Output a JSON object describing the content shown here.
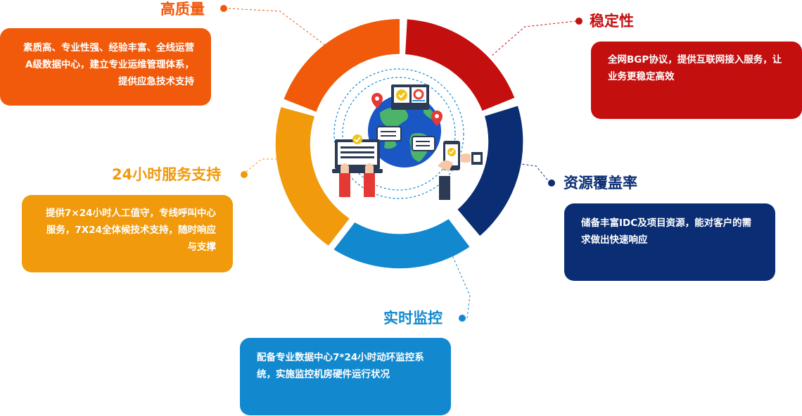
{
  "features": {
    "quality": {
      "title": "高质量",
      "description": "素质高、专业性强、经验丰富、全线运营A级数据中心，建立专业运维管理体系，提供应急技术支持",
      "color": "#f05a0a"
    },
    "stability": {
      "title": "稳定性",
      "description": "全网BGP协议，提供互联网接入服务，让业务更稳定高效",
      "color": "#c40f0f"
    },
    "service": {
      "title": "24小时服务支持",
      "description": "提供7×24小时人工值守，专线呼叫中心服务，7X24全体候技术支持，随时响应与支撑",
      "color": "#f09a0c"
    },
    "coverage": {
      "title": "资源覆盖率",
      "description": "储备丰富IDC及项目资源，能对客户的需求做出快速响应",
      "color": "#0a2d73"
    },
    "monitoring": {
      "title": "实时监控",
      "description": "配备专业数据中心7*24小时动环监控系统，实施监控机房硬件运行状况",
      "color": "#1289cf"
    }
  },
  "center_illustration": {
    "icons": [
      "globe-icon",
      "laptop-icon",
      "smartphone-icon",
      "chat-bubble-icon",
      "location-pin-icon",
      "checkmark-icon"
    ]
  }
}
